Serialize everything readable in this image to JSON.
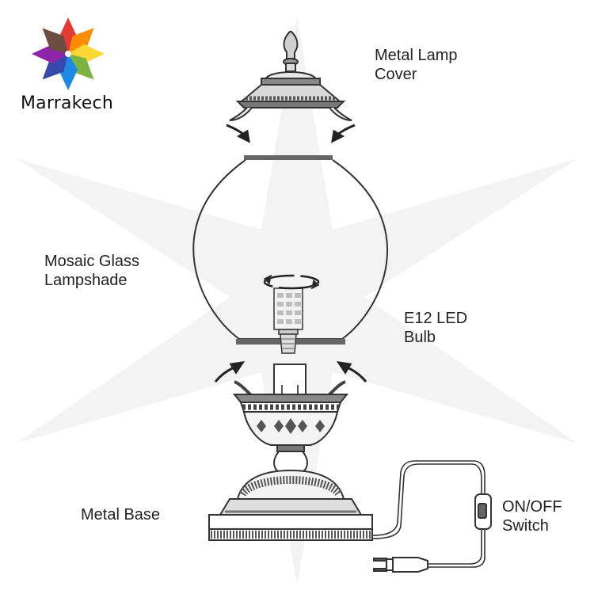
{
  "brand": {
    "name": "Marrakech",
    "logo_colors": [
      "#e53935",
      "#fb8c00",
      "#fdd835",
      "#7cb342",
      "#1e88e5",
      "#3949ab",
      "#8e24aa",
      "#6d4c41"
    ]
  },
  "labels": {
    "cover": [
      "Metal Lamp",
      "Cover"
    ],
    "shade": [
      "Mosaic Glass",
      "Lampshade"
    ],
    "bulb": [
      "E12 LED",
      "Bulb"
    ],
    "base": [
      "Metal Base"
    ],
    "switch": [
      "ON/OFF",
      "Switch"
    ]
  },
  "colors": {
    "line": "#333333",
    "metal": "#555555",
    "watermark": "#f4f4f4"
  }
}
